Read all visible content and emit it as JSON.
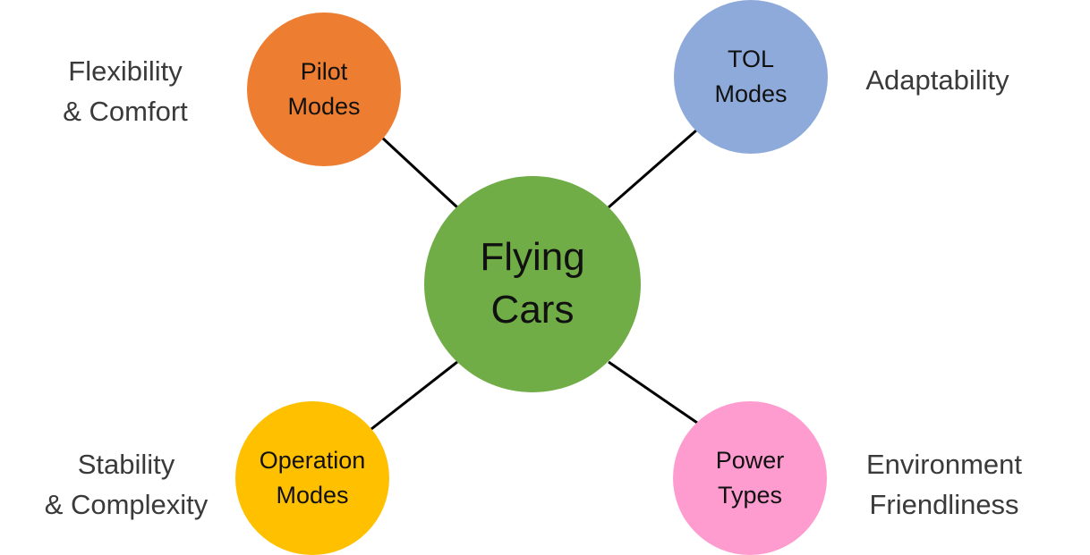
{
  "colors": {
    "center": "#70ad47",
    "pilot": "#ed7d31",
    "tol": "#8eaadb",
    "operation": "#ffc000",
    "power": "#fe9ccf",
    "connector": "#000000",
    "benefit_text": "#3a3a3a"
  },
  "center": {
    "line1": "Flying",
    "line2": "Cars"
  },
  "nodes": {
    "pilot": {
      "line1": "Pilot",
      "line2": "Modes"
    },
    "tol": {
      "line1": "TOL",
      "line2": "Modes"
    },
    "operation": {
      "line1": "Operation",
      "line2": "Modes"
    },
    "power": {
      "line1": "Power",
      "line2": "Types"
    }
  },
  "benefits": {
    "pilot": {
      "line1": "Flexibility",
      "line2": "& Comfort"
    },
    "tol": {
      "line1": "Adaptability"
    },
    "operation": {
      "line1": "Stability",
      "line2": "& Complexity"
    },
    "power": {
      "line1": "Environment",
      "line2": "Friendliness"
    }
  }
}
